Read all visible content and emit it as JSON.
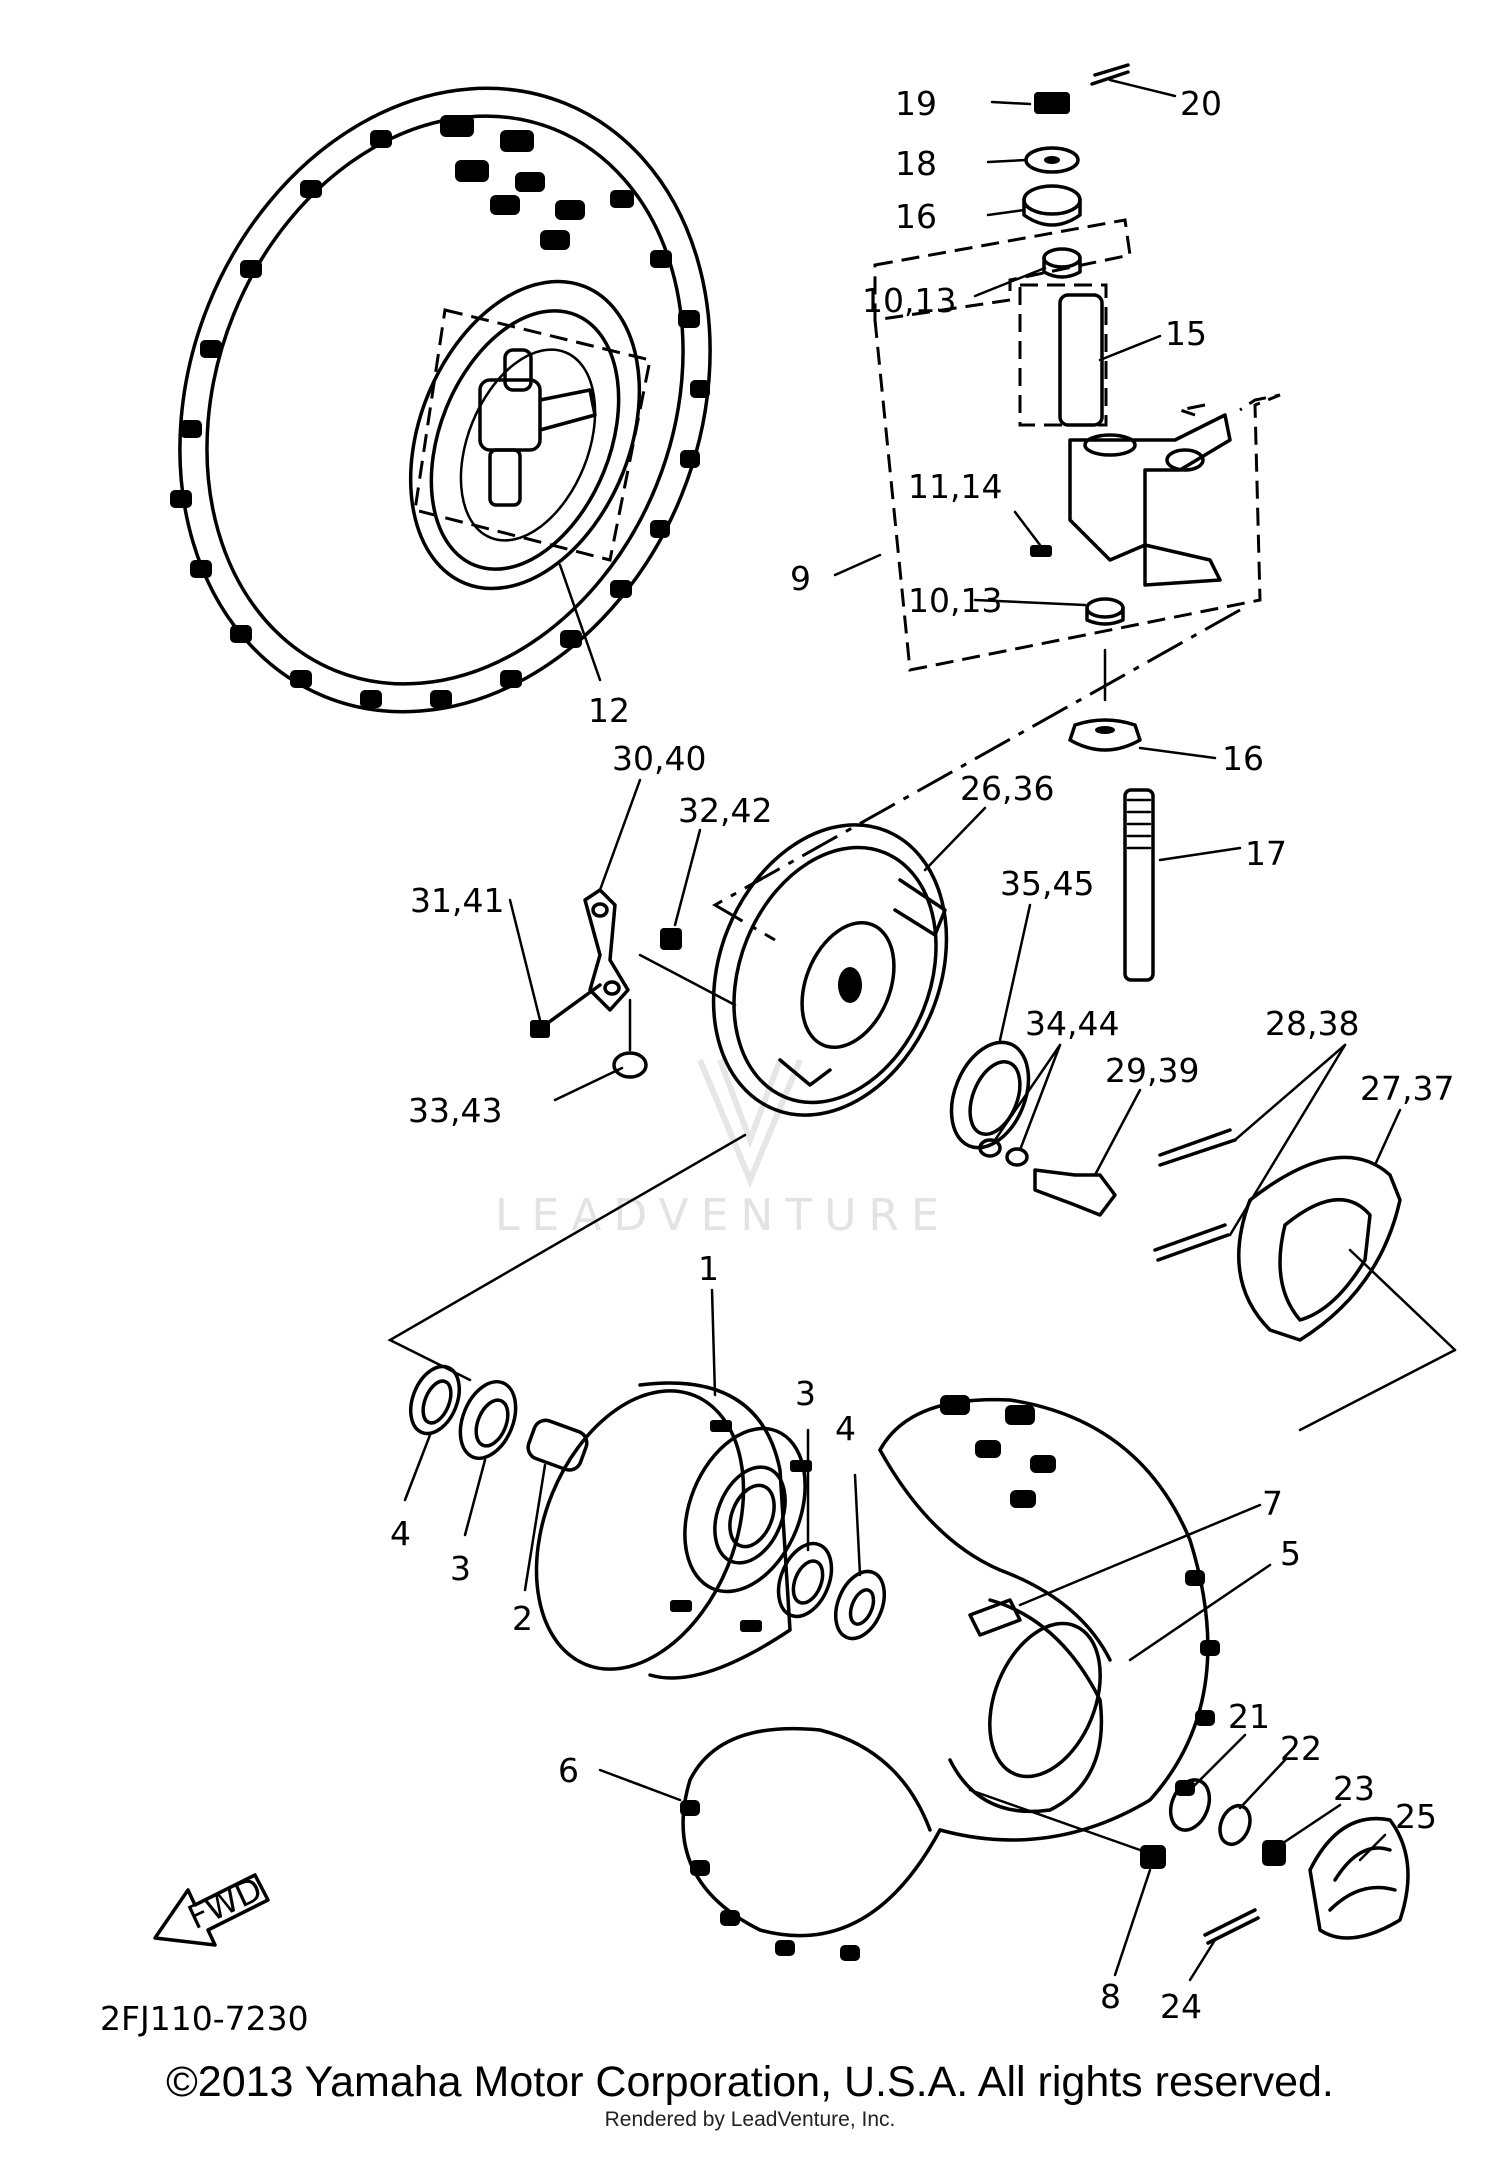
{
  "watermark": "LEADVENTURE",
  "diagram_code": "2FJ110-7230",
  "fwd_label": "FWD",
  "footer": {
    "copyright": "©2013 Yamaha Motor Corporation, U.S.A. All rights reserved.",
    "rendered_by": "Rendered by LeadVenture, Inc."
  },
  "callouts": [
    {
      "text": "19"
    },
    {
      "text": "20"
    },
    {
      "text": "18"
    },
    {
      "text": "16"
    },
    {
      "text": "10,13"
    },
    {
      "text": "15"
    },
    {
      "text": "11,14"
    },
    {
      "text": "9"
    },
    {
      "text": "10,13"
    },
    {
      "text": "12"
    },
    {
      "text": "16"
    },
    {
      "text": "30,40"
    },
    {
      "text": "32,42"
    },
    {
      "text": "26,36"
    },
    {
      "text": "17"
    },
    {
      "text": "31,41"
    },
    {
      "text": "35,45"
    },
    {
      "text": "34,44"
    },
    {
      "text": "28,38"
    },
    {
      "text": "27,37"
    },
    {
      "text": "29,39"
    },
    {
      "text": "33,43"
    },
    {
      "text": "1"
    },
    {
      "text": "3"
    },
    {
      "text": "4"
    },
    {
      "text": "7"
    },
    {
      "text": "5"
    },
    {
      "text": "4"
    },
    {
      "text": "3"
    },
    {
      "text": "2"
    },
    {
      "text": "6"
    },
    {
      "text": "21"
    },
    {
      "text": "22"
    },
    {
      "text": "23"
    },
    {
      "text": "25"
    },
    {
      "text": "8"
    },
    {
      "text": "24"
    }
  ]
}
